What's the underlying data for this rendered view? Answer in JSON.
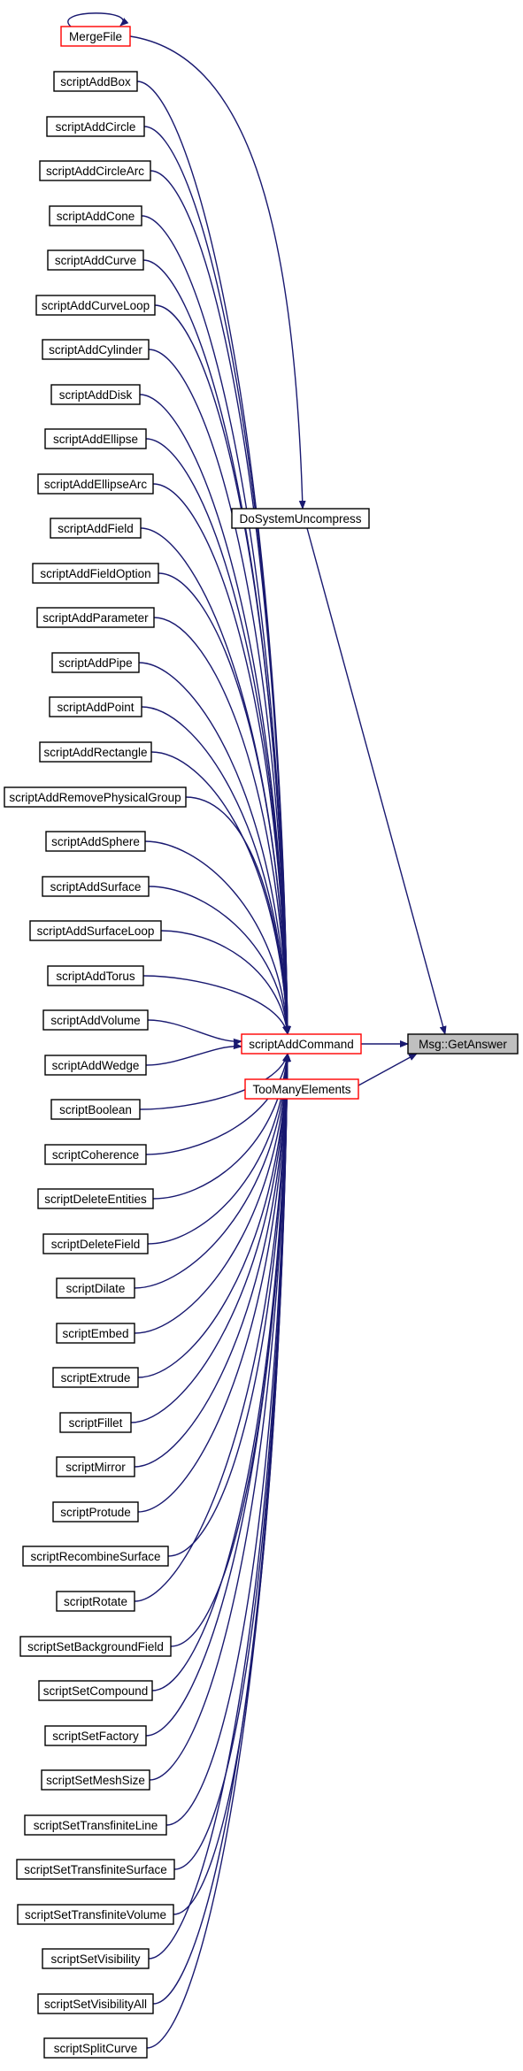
{
  "graph": {
    "nodes": [
      {
        "id": "mergefile",
        "label": "MergeFile",
        "border": "red"
      },
      {
        "id": "scriptaddbox",
        "label": "scriptAddBox"
      },
      {
        "id": "scriptaddcircle",
        "label": "scriptAddCircle"
      },
      {
        "id": "scriptaddcirclearc",
        "label": "scriptAddCircleArc"
      },
      {
        "id": "scriptaddcone",
        "label": "scriptAddCone"
      },
      {
        "id": "scriptaddcurve",
        "label": "scriptAddCurve"
      },
      {
        "id": "scriptaddcurveloop",
        "label": "scriptAddCurveLoop"
      },
      {
        "id": "scriptaddcylinder",
        "label": "scriptAddCylinder"
      },
      {
        "id": "scriptadddisk",
        "label": "scriptAddDisk"
      },
      {
        "id": "scriptaddellipse",
        "label": "scriptAddEllipse"
      },
      {
        "id": "scriptaddellipsearc",
        "label": "scriptAddEllipseArc"
      },
      {
        "id": "scriptaddfield",
        "label": "scriptAddField"
      },
      {
        "id": "scriptaddfieldoption",
        "label": "scriptAddFieldOption"
      },
      {
        "id": "scriptaddparameter",
        "label": "scriptAddParameter"
      },
      {
        "id": "scriptaddpipe",
        "label": "scriptAddPipe"
      },
      {
        "id": "scriptaddpoint",
        "label": "scriptAddPoint"
      },
      {
        "id": "scriptaddrectangle",
        "label": "scriptAddRectangle"
      },
      {
        "id": "scriptaddremovephysicalgroup",
        "label": "scriptAddRemovePhysicalGroup"
      },
      {
        "id": "scriptaddsphere",
        "label": "scriptAddSphere"
      },
      {
        "id": "scriptaddsurface",
        "label": "scriptAddSurface"
      },
      {
        "id": "scriptaddsurfaceloop",
        "label": "scriptAddSurfaceLoop"
      },
      {
        "id": "scriptaddtorus",
        "label": "scriptAddTorus"
      },
      {
        "id": "scriptaddvolume",
        "label": "scriptAddVolume"
      },
      {
        "id": "scriptaddwedge",
        "label": "scriptAddWedge"
      },
      {
        "id": "scriptboolean",
        "label": "scriptBoolean"
      },
      {
        "id": "scriptcoherence",
        "label": "scriptCoherence"
      },
      {
        "id": "scriptdeleteentities",
        "label": "scriptDeleteEntities"
      },
      {
        "id": "scriptdeletefield",
        "label": "scriptDeleteField"
      },
      {
        "id": "scriptdilate",
        "label": "scriptDilate"
      },
      {
        "id": "scriptembed",
        "label": "scriptEmbed"
      },
      {
        "id": "scriptextrude",
        "label": "scriptExtrude"
      },
      {
        "id": "scriptfillet",
        "label": "scriptFillet"
      },
      {
        "id": "scriptmirror",
        "label": "scriptMirror"
      },
      {
        "id": "scriptprotude",
        "label": "scriptProtude"
      },
      {
        "id": "scriptrecombinesurface",
        "label": "scriptRecombineSurface"
      },
      {
        "id": "scriptrotate",
        "label": "scriptRotate"
      },
      {
        "id": "scriptsetbackgroundfield",
        "label": "scriptSetBackgroundField"
      },
      {
        "id": "scriptsetcompound",
        "label": "scriptSetCompound"
      },
      {
        "id": "scriptsetfactory",
        "label": "scriptSetFactory"
      },
      {
        "id": "scriptsetmeshsize",
        "label": "scriptSetMeshSize"
      },
      {
        "id": "scriptsettransfiniteline",
        "label": "scriptSetTransfiniteLine"
      },
      {
        "id": "scriptsettransfinitesurface",
        "label": "scriptSetTransfiniteSurface"
      },
      {
        "id": "scriptsettransfinitevolume",
        "label": "scriptSetTransfiniteVolume"
      },
      {
        "id": "scriptsetvisibility",
        "label": "scriptSetVisibility"
      },
      {
        "id": "scriptsetvisibilityall",
        "label": "scriptSetVisibilityAll"
      },
      {
        "id": "scriptsplitcurve",
        "label": "scriptSplitCurve"
      },
      {
        "id": "dosystemuncompress",
        "label": "DoSystemUncompress"
      },
      {
        "id": "scriptaddcommand",
        "label": "scriptAddCommand",
        "border": "red"
      },
      {
        "id": "toomanyelements",
        "label": "TooManyElements",
        "border": "red"
      },
      {
        "id": "msg-getanswer",
        "label": "Msg::GetAnswer",
        "fill": "gray"
      }
    ],
    "edges": [
      [
        "mergefile",
        "mergefile"
      ],
      [
        "mergefile",
        "dosystemuncompress"
      ],
      [
        "scriptaddbox",
        "scriptaddcommand"
      ],
      [
        "scriptaddcircle",
        "scriptaddcommand"
      ],
      [
        "scriptaddcirclearc",
        "scriptaddcommand"
      ],
      [
        "scriptaddcone",
        "scriptaddcommand"
      ],
      [
        "scriptaddcurve",
        "scriptaddcommand"
      ],
      [
        "scriptaddcurveloop",
        "scriptaddcommand"
      ],
      [
        "scriptaddcylinder",
        "scriptaddcommand"
      ],
      [
        "scriptadddisk",
        "scriptaddcommand"
      ],
      [
        "scriptaddellipse",
        "scriptaddcommand"
      ],
      [
        "scriptaddellipsearc",
        "scriptaddcommand"
      ],
      [
        "scriptaddfield",
        "scriptaddcommand"
      ],
      [
        "scriptaddfieldoption",
        "scriptaddcommand"
      ],
      [
        "scriptaddparameter",
        "scriptaddcommand"
      ],
      [
        "scriptaddpipe",
        "scriptaddcommand"
      ],
      [
        "scriptaddpoint",
        "scriptaddcommand"
      ],
      [
        "scriptaddrectangle",
        "scriptaddcommand"
      ],
      [
        "scriptaddremovephysicalgroup",
        "scriptaddcommand"
      ],
      [
        "scriptaddsphere",
        "scriptaddcommand"
      ],
      [
        "scriptaddsurface",
        "scriptaddcommand"
      ],
      [
        "scriptaddsurfaceloop",
        "scriptaddcommand"
      ],
      [
        "scriptaddtorus",
        "scriptaddcommand"
      ],
      [
        "scriptaddvolume",
        "scriptaddcommand"
      ],
      [
        "scriptaddwedge",
        "scriptaddcommand"
      ],
      [
        "scriptboolean",
        "scriptaddcommand"
      ],
      [
        "scriptcoherence",
        "scriptaddcommand"
      ],
      [
        "scriptdeleteentities",
        "scriptaddcommand"
      ],
      [
        "scriptdeletefield",
        "scriptaddcommand"
      ],
      [
        "scriptdilate",
        "scriptaddcommand"
      ],
      [
        "scriptembed",
        "scriptaddcommand"
      ],
      [
        "scriptextrude",
        "scriptaddcommand"
      ],
      [
        "scriptfillet",
        "scriptaddcommand"
      ],
      [
        "scriptmirror",
        "scriptaddcommand"
      ],
      [
        "scriptprotude",
        "scriptaddcommand"
      ],
      [
        "scriptrecombinesurface",
        "scriptaddcommand"
      ],
      [
        "scriptrotate",
        "scriptaddcommand"
      ],
      [
        "scriptsetbackgroundfield",
        "scriptaddcommand"
      ],
      [
        "scriptsetcompound",
        "scriptaddcommand"
      ],
      [
        "scriptsetfactory",
        "scriptaddcommand"
      ],
      [
        "scriptsetmeshsize",
        "scriptaddcommand"
      ],
      [
        "scriptsettransfiniteline",
        "scriptaddcommand"
      ],
      [
        "scriptsettransfinitesurface",
        "scriptaddcommand"
      ],
      [
        "scriptsettransfinitevolume",
        "scriptaddcommand"
      ],
      [
        "scriptsetvisibility",
        "scriptaddcommand"
      ],
      [
        "scriptsetvisibilityall",
        "scriptaddcommand"
      ],
      [
        "scriptsplitcurve",
        "scriptaddcommand"
      ],
      [
        "dosystemuncompress",
        "msg-getanswer"
      ],
      [
        "scriptaddcommand",
        "msg-getanswer"
      ],
      [
        "toomanyelements",
        "msg-getanswer"
      ]
    ]
  },
  "colors": {
    "edge": "#191970",
    "red_border": "#ff0000",
    "focus_fill": "#bfbfbf"
  }
}
